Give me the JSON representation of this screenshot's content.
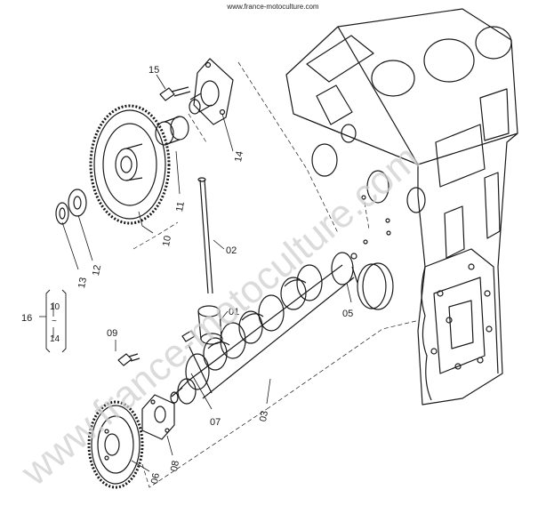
{
  "header_url": "www.france-motoculture.com",
  "watermark": "www.france-motoculture.com",
  "labels": {
    "p01": "01",
    "p02": "02",
    "p03": "03",
    "p05": "05",
    "p06": "06",
    "p07": "07",
    "p08": "08",
    "p09": "09",
    "p10": "10",
    "p11": "11",
    "p12": "12",
    "p13": "13",
    "p14": "14",
    "p15": "15",
    "p16": "16",
    "g10": "10",
    "g14": "14",
    "gtilde": "~"
  },
  "colors": {
    "line": "#1a1a1a",
    "watermark": "#cfcfcf"
  }
}
